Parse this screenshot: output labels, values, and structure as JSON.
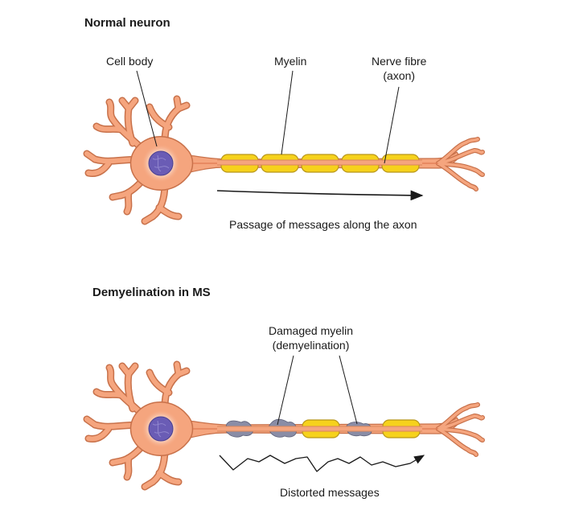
{
  "normal": {
    "heading": "Normal neuron",
    "cell_body_label": "Cell body",
    "myelin_label": "Myelin",
    "nerve_fibre_label_line1": "Nerve fibre",
    "nerve_fibre_label_line2": "(axon)",
    "passage_label": "Passage of messages along the axon"
  },
  "ms": {
    "heading": "Demyelination in MS",
    "damaged_label_line1": "Damaged myelin",
    "damaged_label_line2": "(demyelination)",
    "distorted_label": "Distorted messages"
  },
  "colors": {
    "neuron_fill": "#f5a57e",
    "neuron_stroke": "#c8714a",
    "nucleus": "#6a5cb5",
    "myelin_fill": "#f6d21c",
    "myelin_stroke": "#b8961a",
    "damaged_myelin": "#8a8da6",
    "text": "#1a1a1a"
  }
}
